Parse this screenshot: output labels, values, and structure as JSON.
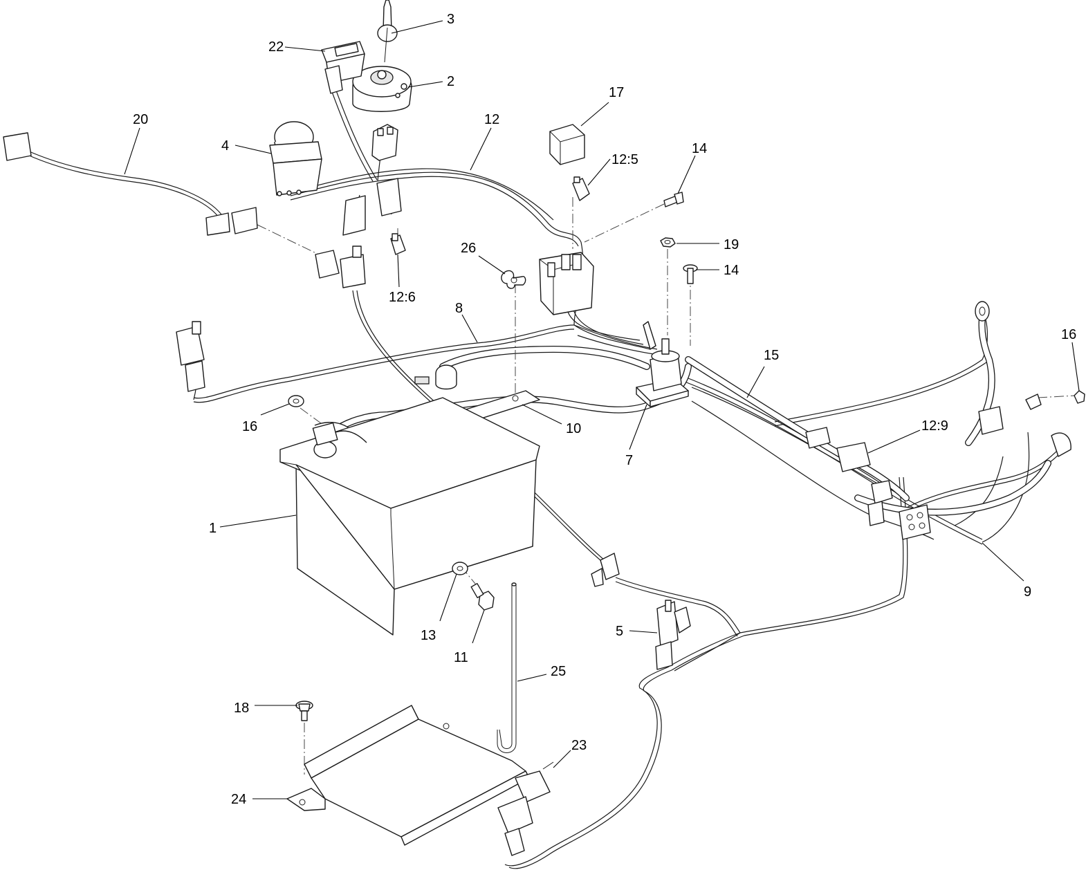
{
  "callouts": {
    "c1": "1",
    "c2": "2",
    "c3": "3",
    "c4": "4",
    "c5": "5",
    "c7": "7",
    "c8": "8",
    "c9": "9",
    "c10": "10",
    "c11": "11",
    "c12": "12",
    "c12_5": "12:5",
    "c12_6": "12:6",
    "c12_9": "12:9",
    "c13": "13",
    "c14a": "14",
    "c14b": "14",
    "c15": "15",
    "c16a": "16",
    "c16b": "16",
    "c17": "17",
    "c18": "18",
    "c19": "19",
    "c20": "20",
    "c22": "22",
    "c23": "23",
    "c24": "24",
    "c25": "25",
    "c26": "26"
  },
  "colors": {
    "line": "#1a1a1a",
    "background": "#ffffff"
  }
}
